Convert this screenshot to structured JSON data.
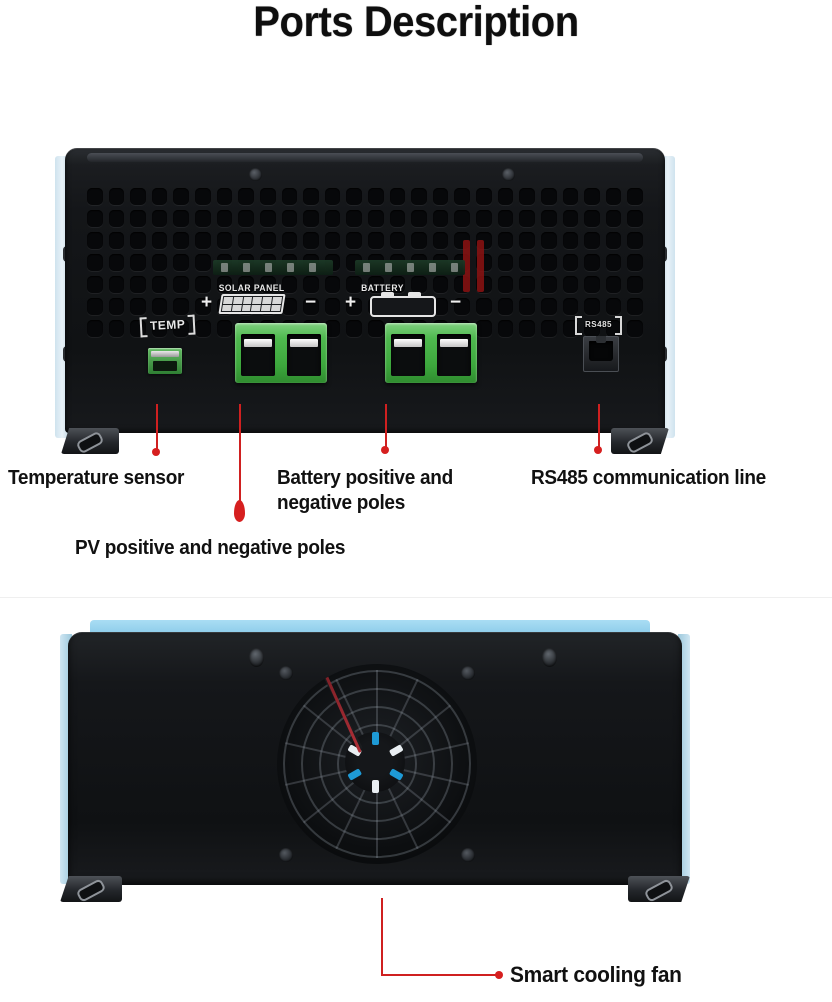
{
  "page": {
    "title": "Ports Description",
    "accent_red": "#d61f1f",
    "chassis_black": "#141619",
    "terminal_green": "#4fb94f",
    "heatsink_blue": "#8ecdea"
  },
  "front_unit": {
    "silkscreen": {
      "solar_panel": "SOLAR PANEL",
      "battery": "BATTERY",
      "temp": "TEMP",
      "rs485": "RS485",
      "plus": "+",
      "minus": "−"
    }
  },
  "callouts": [
    {
      "id": "temperature-sensor",
      "text": "Temperature sensor"
    },
    {
      "id": "pv-poles",
      "text": "PV positive and negative poles"
    },
    {
      "id": "battery-poles",
      "text": "Battery positive and\nnegative poles"
    },
    {
      "id": "rs485",
      "text": "RS485 communication line"
    },
    {
      "id": "smart-cooling-fan",
      "text": "Smart cooling fan"
    }
  ]
}
